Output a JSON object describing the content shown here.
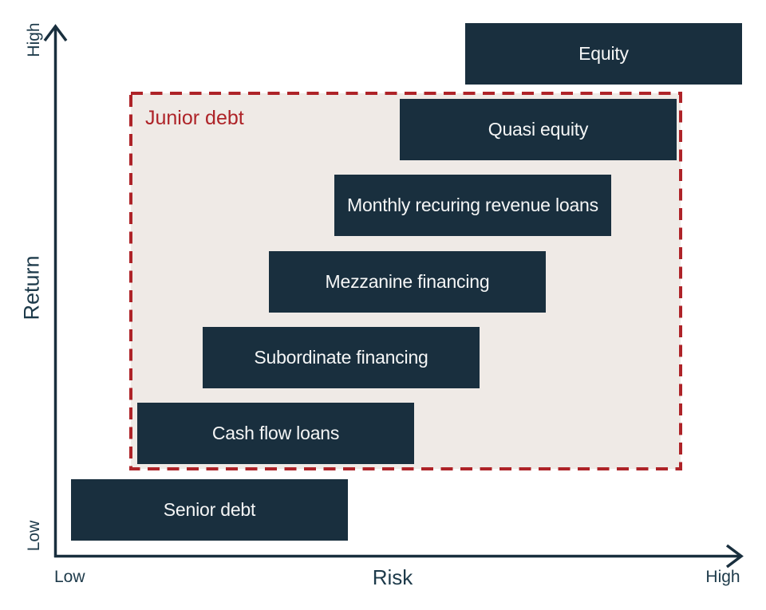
{
  "colors": {
    "navy": "#192f3e",
    "red": "#ae2328",
    "beige": "#efeae6",
    "box_text": "#f5f6f6",
    "background": "#ffffff"
  },
  "junior_debt": {
    "label": "Junior debt"
  },
  "boxes": [
    {
      "label": "Senior debt"
    },
    {
      "label": "Cash flow loans"
    },
    {
      "label": "Subordinate financing"
    },
    {
      "label": "Mezzanine financing"
    },
    {
      "label": "Monthly recuring revenue loans"
    },
    {
      "label": "Quasi equity"
    },
    {
      "label": "Equity"
    }
  ],
  "axes": {
    "x": {
      "label": "Risk",
      "low": "Low",
      "high": "High"
    },
    "y": {
      "label": "Return",
      "low": "Low",
      "high": "High"
    }
  },
  "chart_data": {
    "type": "scatter",
    "title": "",
    "xlabel": "Risk",
    "ylabel": "Return",
    "x_axis_range_labels": [
      "Low",
      "High"
    ],
    "y_axis_range_labels": [
      "Low",
      "High"
    ],
    "grid": false,
    "legend": false,
    "points": [
      {
        "label": "Senior debt",
        "risk": 1,
        "return": 1,
        "group": "senior debt"
      },
      {
        "label": "Cash flow loans",
        "risk": 2,
        "return": 2,
        "group": "junior debt"
      },
      {
        "label": "Subordinate financing",
        "risk": 3,
        "return": 3,
        "group": "junior debt"
      },
      {
        "label": "Mezzanine financing",
        "risk": 4,
        "return": 4,
        "group": "junior debt"
      },
      {
        "label": "Monthly recuring revenue loans",
        "risk": 5,
        "return": 5,
        "group": "junior debt"
      },
      {
        "label": "Quasi equity",
        "risk": 6,
        "return": 6,
        "group": "junior debt"
      },
      {
        "label": "Equity",
        "risk": 7,
        "return": 7,
        "group": "equity"
      }
    ],
    "annotations": [
      {
        "label": "Junior debt",
        "color": "#ae2328",
        "style": "dashed-region",
        "contains": [
          "Cash flow loans",
          "Subordinate financing",
          "Mezzanine financing",
          "Monthly recuring revenue loans",
          "Quasi equity"
        ]
      }
    ]
  }
}
